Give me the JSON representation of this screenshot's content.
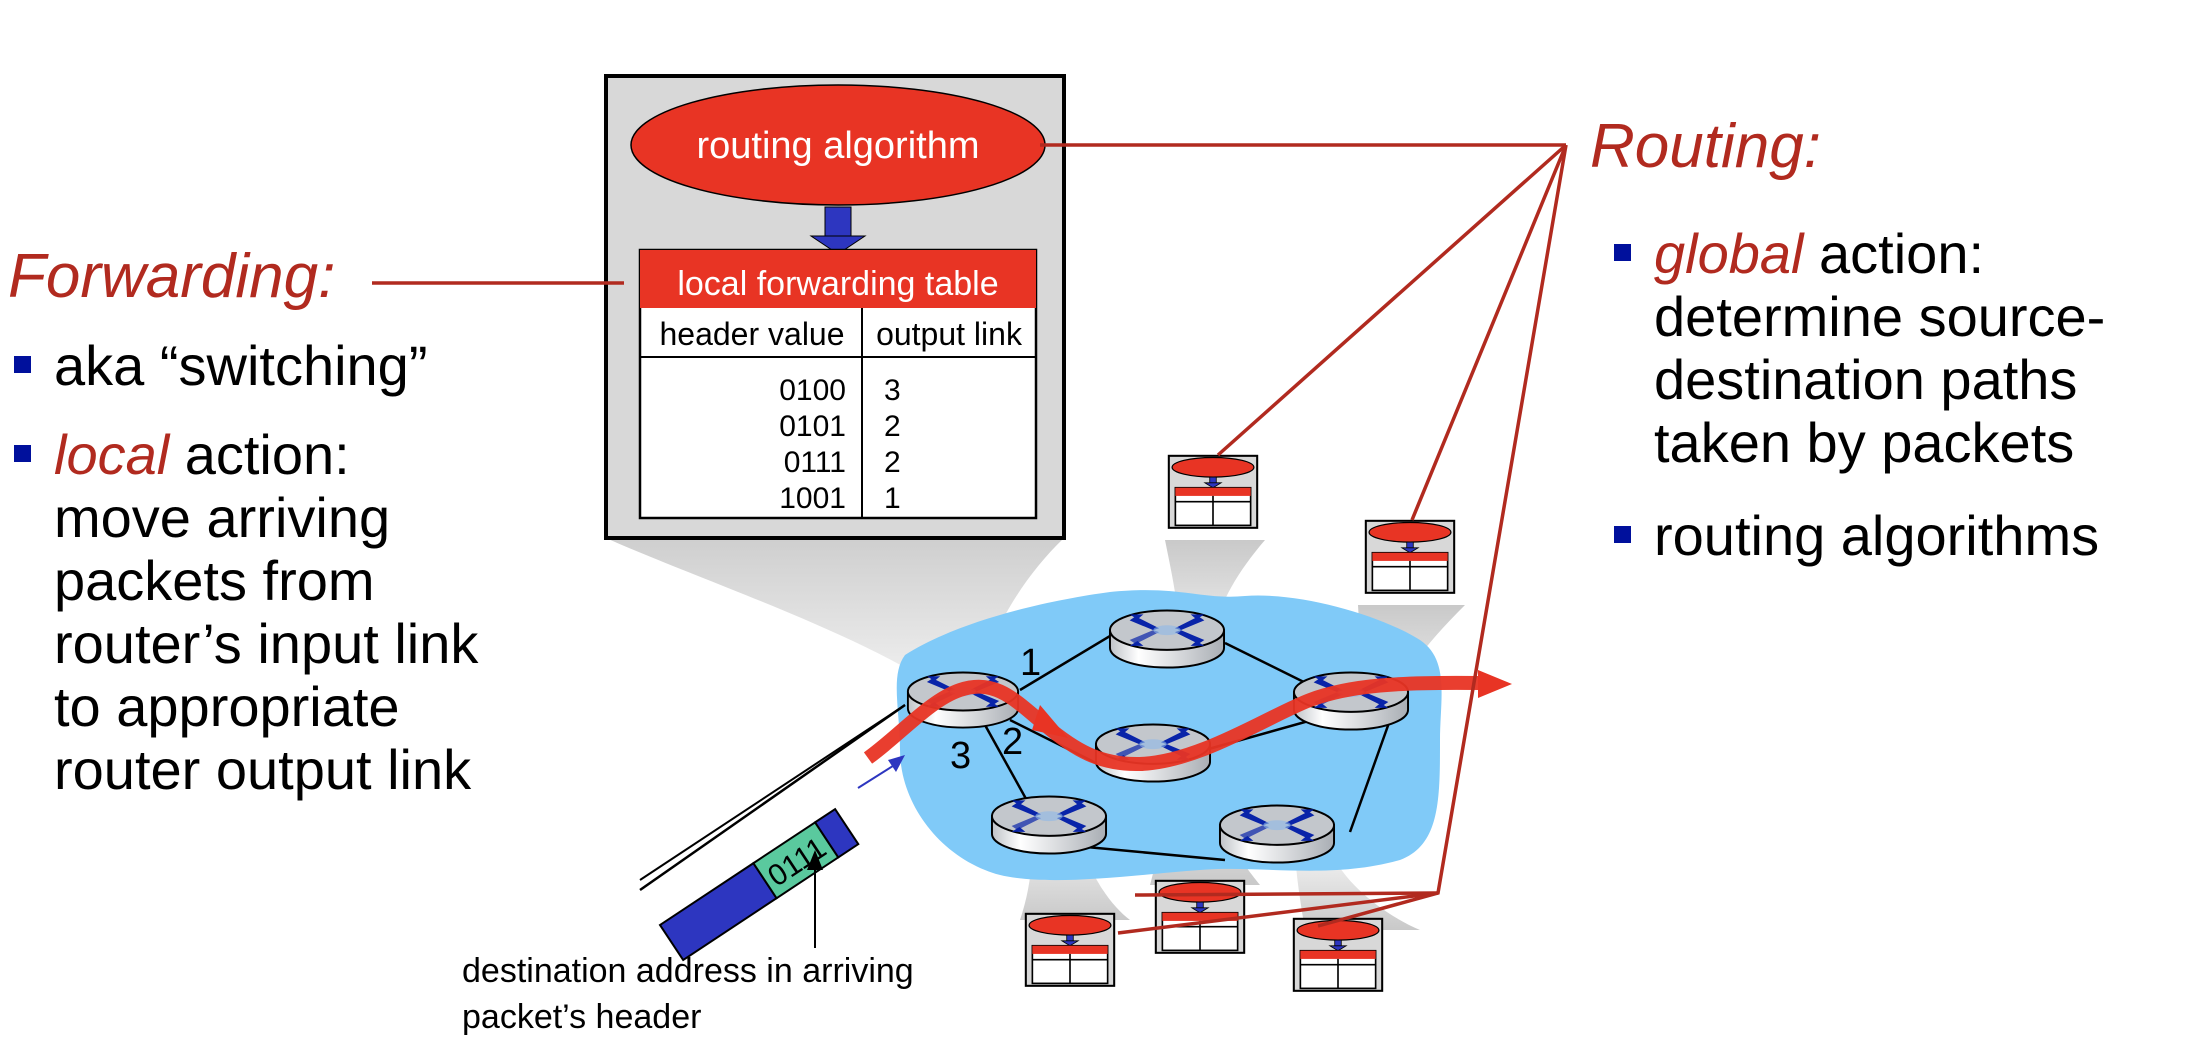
{
  "forwarding": {
    "heading": "Forwarding:",
    "bullets": [
      {
        "lead": "",
        "emphasis": "",
        "lines": [
          "aka “switching”"
        ]
      },
      {
        "emphasis": "local",
        "lines": [
          " action:",
          "move arriving",
          "packets from",
          "router’s input link",
          "to appropriate",
          "router output link"
        ]
      }
    ]
  },
  "routing": {
    "heading": "Routing:",
    "bullets": [
      {
        "emphasis": "global",
        "lines": [
          " action:",
          "determine source-",
          "destination paths",
          "taken by packets"
        ]
      },
      {
        "emphasis": "",
        "lines": [
          "routing algorithms"
        ]
      }
    ]
  },
  "router_detail": {
    "algorithm_label": "routing algorithm",
    "table_title": "local forwarding table",
    "columns": [
      "header value",
      "output link"
    ],
    "rows": [
      {
        "header_value": "0100",
        "output_link": "3"
      },
      {
        "header_value": "0101",
        "output_link": "2"
      },
      {
        "header_value": "0111",
        "output_link": "2"
      },
      {
        "header_value": "1001",
        "output_link": "1"
      }
    ]
  },
  "network": {
    "link_labels": [
      "1",
      "2",
      "3"
    ],
    "packet_header": "0111",
    "caption_lines": [
      "destination address in arriving",
      "packet’s header"
    ]
  },
  "colors": {
    "accent_red": "#b12a1f",
    "algorithm_red": "#e83424",
    "bullet_blue": "#00109c",
    "network_blue": "#80caf8",
    "packet_blue": "#2d36c0",
    "packet_header_green": "#5ac99e"
  }
}
